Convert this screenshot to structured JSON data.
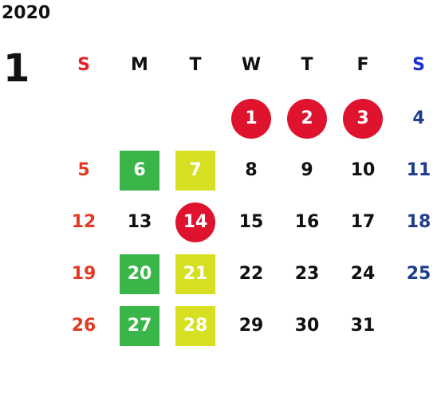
{
  "year": "2020",
  "month": "1",
  "weekdays": [
    {
      "label": "S",
      "type": "sun"
    },
    {
      "label": "M",
      "type": ""
    },
    {
      "label": "T",
      "type": ""
    },
    {
      "label": "W",
      "type": ""
    },
    {
      "label": "T",
      "type": ""
    },
    {
      "label": "F",
      "type": ""
    },
    {
      "label": "S",
      "type": "sat"
    }
  ],
  "colors": {
    "holiday": "#e0132e",
    "green_mark": "#39b54a",
    "yellow_mark": "#d7df23",
    "sunday": "#e33a24",
    "saturday": "#1f3d8f"
  },
  "weeks": [
    [
      {
        "day": "",
        "mark": ""
      },
      {
        "day": "",
        "mark": ""
      },
      {
        "day": "",
        "mark": ""
      },
      {
        "day": "1",
        "mark": "holiday"
      },
      {
        "day": "2",
        "mark": "holiday"
      },
      {
        "day": "3",
        "mark": "holiday"
      },
      {
        "day": "4",
        "mark": ""
      }
    ],
    [
      {
        "day": "5",
        "mark": ""
      },
      {
        "day": "6",
        "mark": "green"
      },
      {
        "day": "7",
        "mark": "yellow"
      },
      {
        "day": "8",
        "mark": ""
      },
      {
        "day": "9",
        "mark": ""
      },
      {
        "day": "10",
        "mark": ""
      },
      {
        "day": "11",
        "mark": ""
      }
    ],
    [
      {
        "day": "12",
        "mark": ""
      },
      {
        "day": "13",
        "mark": ""
      },
      {
        "day": "14",
        "mark": "holiday"
      },
      {
        "day": "15",
        "mark": ""
      },
      {
        "day": "16",
        "mark": ""
      },
      {
        "day": "17",
        "mark": ""
      },
      {
        "day": "18",
        "mark": ""
      }
    ],
    [
      {
        "day": "19",
        "mark": ""
      },
      {
        "day": "20",
        "mark": "green"
      },
      {
        "day": "21",
        "mark": "yellow"
      },
      {
        "day": "22",
        "mark": ""
      },
      {
        "day": "23",
        "mark": ""
      },
      {
        "day": "24",
        "mark": ""
      },
      {
        "day": "25",
        "mark": ""
      }
    ],
    [
      {
        "day": "26",
        "mark": ""
      },
      {
        "day": "27",
        "mark": "green"
      },
      {
        "day": "28",
        "mark": "yellow"
      },
      {
        "day": "29",
        "mark": ""
      },
      {
        "day": "30",
        "mark": ""
      },
      {
        "day": "31",
        "mark": ""
      },
      {
        "day": "",
        "mark": ""
      }
    ]
  ]
}
